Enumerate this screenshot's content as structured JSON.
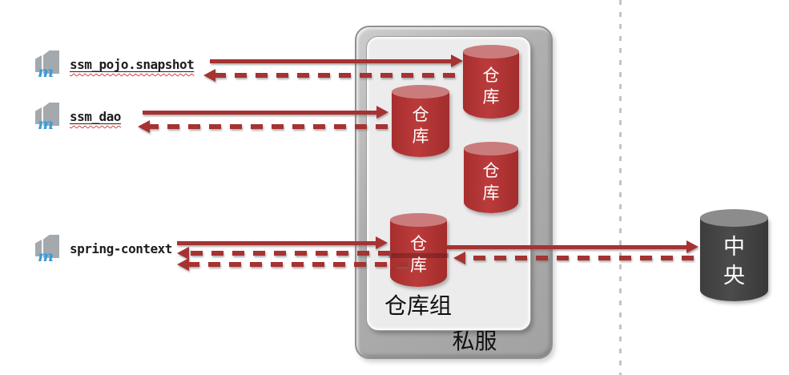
{
  "modules": [
    {
      "name": "ssm_pojo.snapshot"
    },
    {
      "name": "ssm_dao"
    },
    {
      "name": "spring-context"
    }
  ],
  "maven_icon": {
    "letter": "m"
  },
  "private_server": {
    "label": "私服"
  },
  "repo_group": {
    "label": "仓库组"
  },
  "repositories": [
    {
      "label": "仓\n库"
    },
    {
      "label": "仓\n库"
    },
    {
      "label": "仓\n库"
    },
    {
      "label": "仓\n库"
    }
  ],
  "central_repo": {
    "label": "中\n央"
  },
  "colors": {
    "arrow_red": "#A63232",
    "repo_cylinder_body": "#B23434",
    "repo_cylinder_top": "#CA7C7C",
    "central_cylinder_body": "#454545",
    "central_cylinder_top": "#8C8C8C",
    "server_box_gray": "#ABABAB",
    "group_box_gray": "#ECECEC",
    "maven_blue": "#3B9CD9",
    "maven_gray": "#A4A9AD",
    "separator_gray": "#C3C3C3"
  }
}
